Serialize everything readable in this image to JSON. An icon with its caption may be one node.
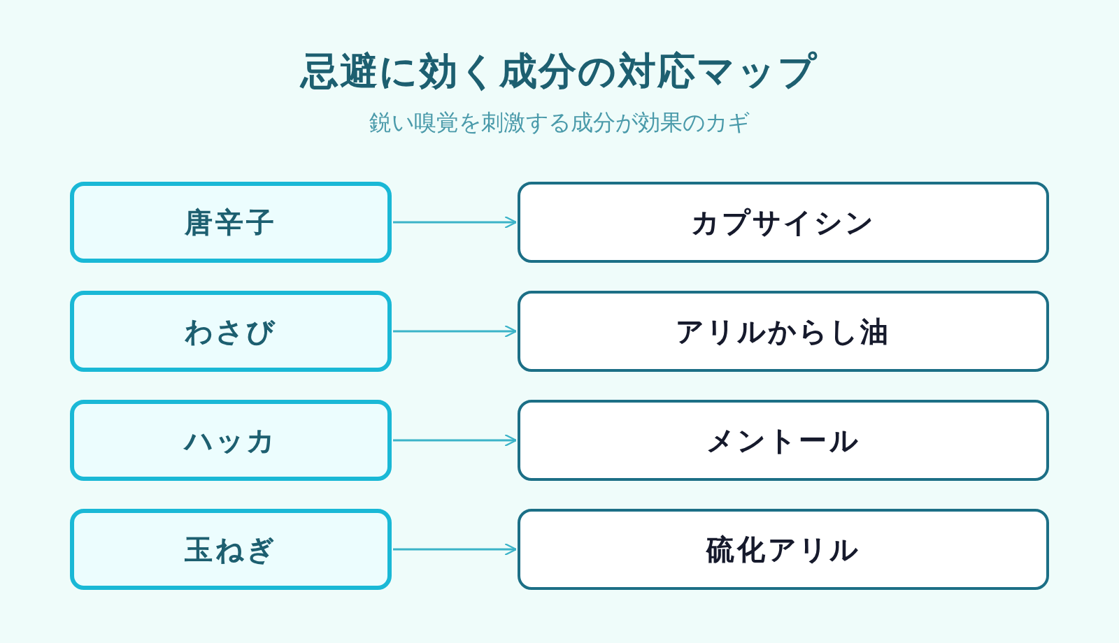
{
  "diagram": {
    "title": "忌避に効く成分の対応マップ",
    "caption": "鋭い嗅覚を刺激する成分が効果のカギ",
    "nodes": [
      {
        "text": [
          "唐辛子"
        ]
      },
      {
        "text": [
          "カプサイシン"
        ]
      },
      {
        "text": [
          "わさび"
        ]
      },
      {
        "text": [
          "アリルからし油"
        ]
      },
      {
        "text": [
          "ハッカ"
        ]
      },
      {
        "text": [
          "メントール"
        ]
      },
      {
        "text": [
          "玉ねぎ"
        ]
      },
      {
        "text": [
          "硫化アリル"
        ]
      }
    ],
    "edges": [
      {
        "from": 0,
        "to": 1,
        "arrow": "to"
      },
      {
        "from": 2,
        "to": 3,
        "arrow": "to"
      },
      {
        "from": 4,
        "to": 5,
        "arrow": "to"
      },
      {
        "from": 6,
        "to": 7,
        "arrow": "to"
      }
    ]
  }
}
